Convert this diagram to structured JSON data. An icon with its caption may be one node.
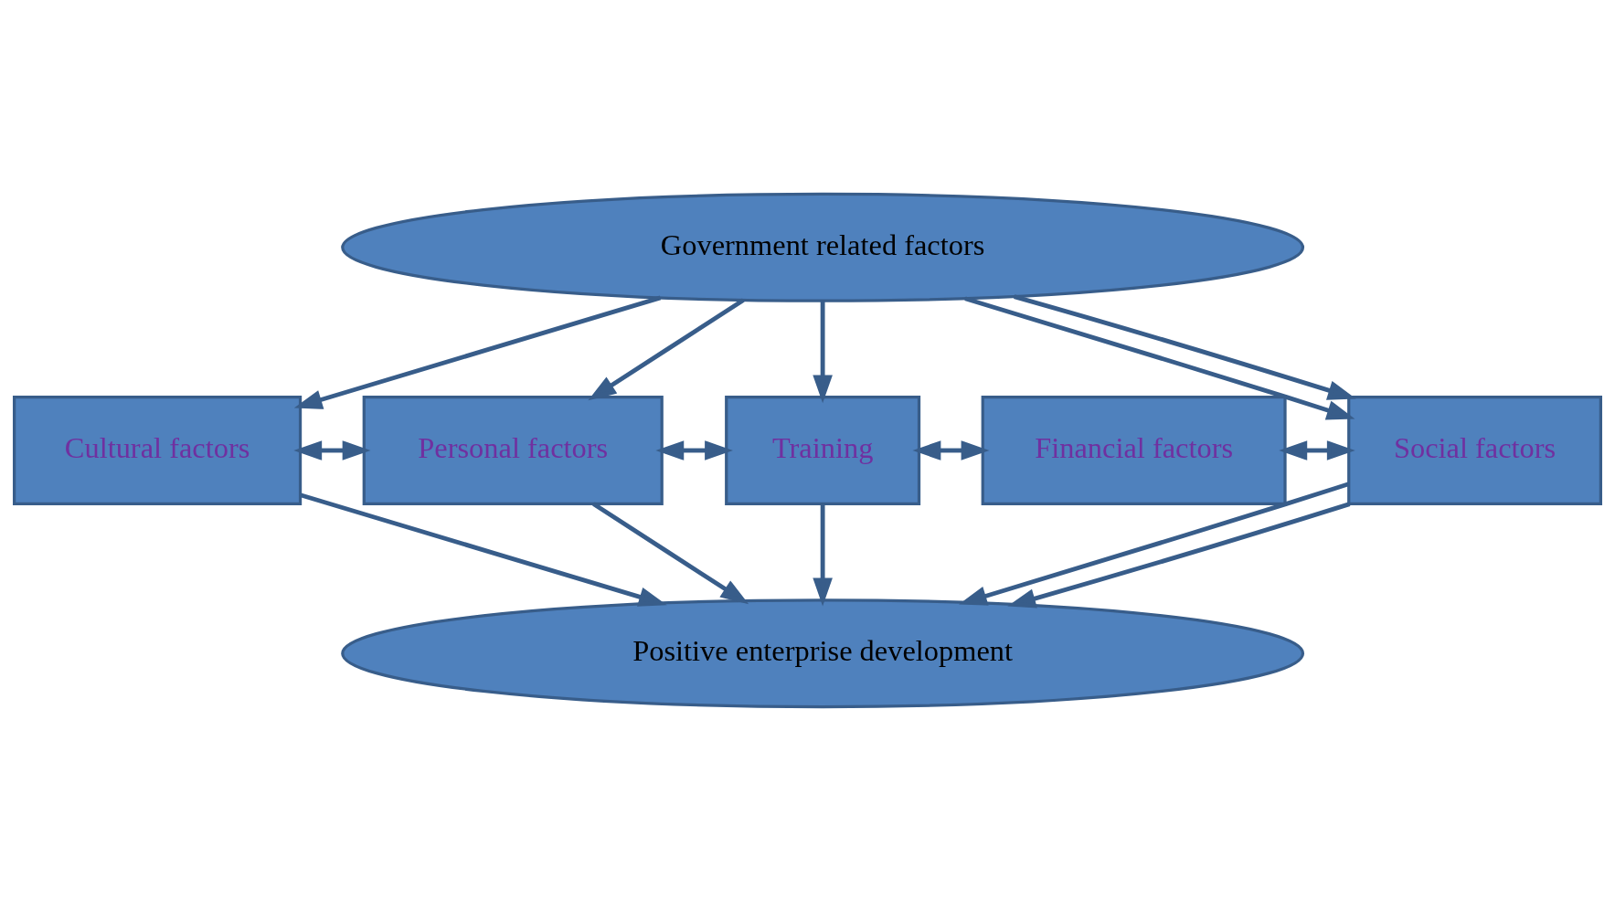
{
  "diagram": {
    "nodes": [
      {
        "text": [
          "Government related factors"
        ]
      },
      {
        "text": [
          "Cultural factors"
        ]
      },
      {
        "text": [
          "Personal factors"
        ]
      },
      {
        "text": [
          "Training"
        ]
      },
      {
        "text": [
          "Financial factors"
        ]
      },
      {
        "text": [
          "Social factors"
        ]
      },
      {
        "text": [
          "Positive enterprise development"
        ]
      }
    ],
    "edges": [
      {
        "from": 0,
        "to": 1,
        "arrow": "to"
      },
      {
        "from": 0,
        "to": 5,
        "arrow": "to"
      },
      {
        "from": 0,
        "to": 2,
        "arrow": "to"
      },
      {
        "from": 0,
        "to": 3,
        "arrow": "to"
      },
      {
        "from": 0,
        "to": 5,
        "arrow": "to"
      },
      {
        "from": 1,
        "to": 2,
        "arrow": "both"
      },
      {
        "from": 2,
        "to": 3,
        "arrow": "both"
      },
      {
        "from": 3,
        "to": 4,
        "arrow": "both"
      },
      {
        "from": 4,
        "to": 5,
        "arrow": "both"
      },
      {
        "from": 2,
        "to": 6,
        "arrow": "to"
      },
      {
        "from": 3,
        "to": 6,
        "arrow": "to"
      },
      {
        "from": 5,
        "to": 6,
        "arrow": "to"
      },
      {
        "from": 1,
        "to": 6,
        "arrow": "to"
      },
      {
        "from": 5,
        "to": 6,
        "arrow": "to"
      }
    ]
  }
}
